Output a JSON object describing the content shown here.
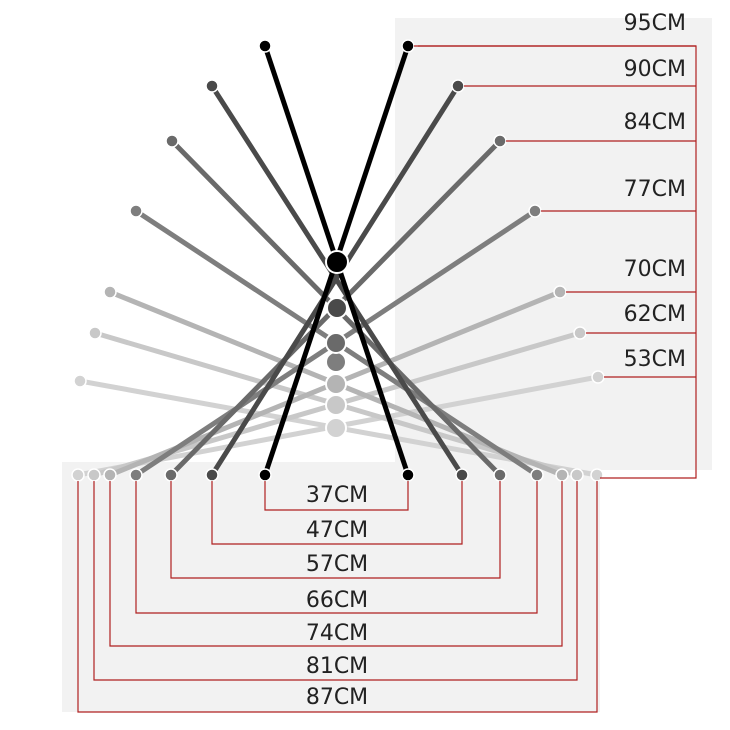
{
  "colors": {
    "dimension_line": "#b02020",
    "shadow": "#e4e4e4",
    "pivot_dark": "#000000"
  },
  "height_labels": [
    "95CM",
    "90CM",
    "84CM",
    "77CM",
    "70CM",
    "62CM",
    "53CM"
  ],
  "width_labels": [
    "37CM",
    "47CM",
    "57CM",
    "66CM",
    "74CM",
    "81CM",
    "87CM"
  ],
  "leg_colors": [
    "#000000",
    "#4a4a4a",
    "#6a6a6a",
    "#7e7e7e",
    "#b4b4b4",
    "#c8c8c8",
    "#d2d2d2"
  ]
}
